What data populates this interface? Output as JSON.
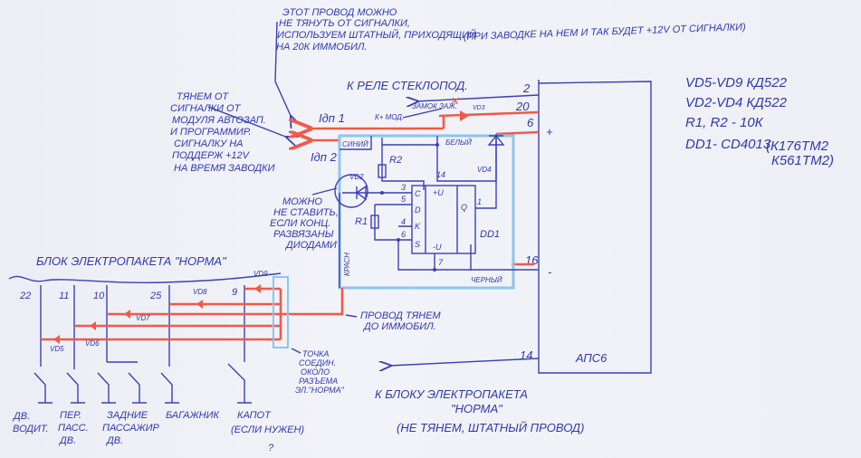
{
  "top_note": {
    "line1": "ЭТОТ ПРОВОД МОЖНО",
    "line2": "НЕ ТЯНУТЬ ОТ СИГНАЛКИ,",
    "line3": "ИСПОЛЬЗУЕМ ШТАТНЫЙ, ПРИХОДЯЩИЙ",
    "line3b": "(ПРИ ЗАВОДКЕ НА НЕМ И ТАК БУДЕТ +12V ОТ СИГНАЛКИ)",
    "line4": "НА 20К ИММОБИЛ."
  },
  "relay_label": "К РЕЛЕ СТЕКЛОПОД.",
  "left_note": [
    "ТЯНЕМ ОТ",
    "СИГНАЛКИ ОТ",
    "МОДУЛЯ АВТОЗАП.",
    "И ПРОГРАММИР.",
    "СИГНАЛКУ НА",
    "ПОДДЕРЖ +12V",
    "НА ВРЕМЯ ЗАВОДКИ"
  ],
  "inputs": {
    "idp1": "Iдп 1",
    "idp2": "Iдп 2"
  },
  "wire_labels": {
    "lock": "ЗАМОК ЗАЖ.",
    "k_mod": "К+ МОД.",
    "blue": "СИНИЙ",
    "white": "БЕЛЫЙ",
    "red": "КРАСН",
    "black": "ЧЕРНЫЙ"
  },
  "components": {
    "vd2": "VD2",
    "vd3": "VD3",
    "vd4": "VD4",
    "r1": "R1",
    "r2": "R2",
    "dd1": "DD1",
    "vd5": "VD5",
    "vd6": "VD6",
    "vd7": "VD7",
    "vd8": "VD8",
    "vd9": "VD9"
  },
  "chip": {
    "c": "C",
    "d": "D",
    "k": "K",
    "s": "S",
    "vplus": "+U",
    "vminus": "-U",
    "q": "Q",
    "p3": "3",
    "p5": "5",
    "p4": "4",
    "p6": "6",
    "p7": "7",
    "p14": "14",
    "p1": "1"
  },
  "diode_note": [
    "МОЖНО",
    "НЕ СТАВИТЬ,",
    "ЕСЛИ КОНЦ.",
    "РАЗВЯЗАНЫ",
    "ДИОДАМИ"
  ],
  "aps6": {
    "name": "АПС6",
    "pins": {
      "p2": "2",
      "p20": "20",
      "p6": "6",
      "plus": "+",
      "p16": "16",
      "minus": "-",
      "p14": "14"
    }
  },
  "specs": [
    "VD5-VD9 КД522",
    "VD2-VD4 КД522",
    "R1, R2 - 10К",
    "DD1- CD4013",
    "(К176ТМ2",
    "К561ТМ2)"
  ],
  "norma_block": {
    "title": "БЛОК ЭЛЕКТРОПАКЕТА \"НОРМА\"",
    "pins": [
      "22",
      "11",
      "10",
      "25",
      "9"
    ],
    "switches": {
      "driver": [
        "ДВ.",
        "ВОДИТ."
      ],
      "front_pass": [
        "ПЕР.",
        "ПАСС.",
        "ДВ."
      ],
      "rear": [
        "ЗАДНИЕ",
        "ПАССАЖИР",
        "ДВ."
      ],
      "trunk": [
        "БАГАЖНИК"
      ],
      "hood": [
        "КАПОТ",
        "(ЕСЛИ НУЖЕН)",
        "?"
      ]
    }
  },
  "junction_note": [
    "ТОЧКА",
    "СОЕДИН.",
    "ОКОЛО",
    "РАЗЪЕМА",
    "ЭЛ.\"НОРМА\""
  ],
  "immobil_note": [
    "ПРОВОД ТЯНЕМ",
    "ДО ИММОБИЛ."
  ],
  "bottom_note": [
    "К БЛОКУ ЭЛЕКТРОПАКЕТА",
    "\"НОРМА\"",
    "(НЕ ТЯНЕМ, ШТАТНЫЙ ПРОВОД)"
  ]
}
